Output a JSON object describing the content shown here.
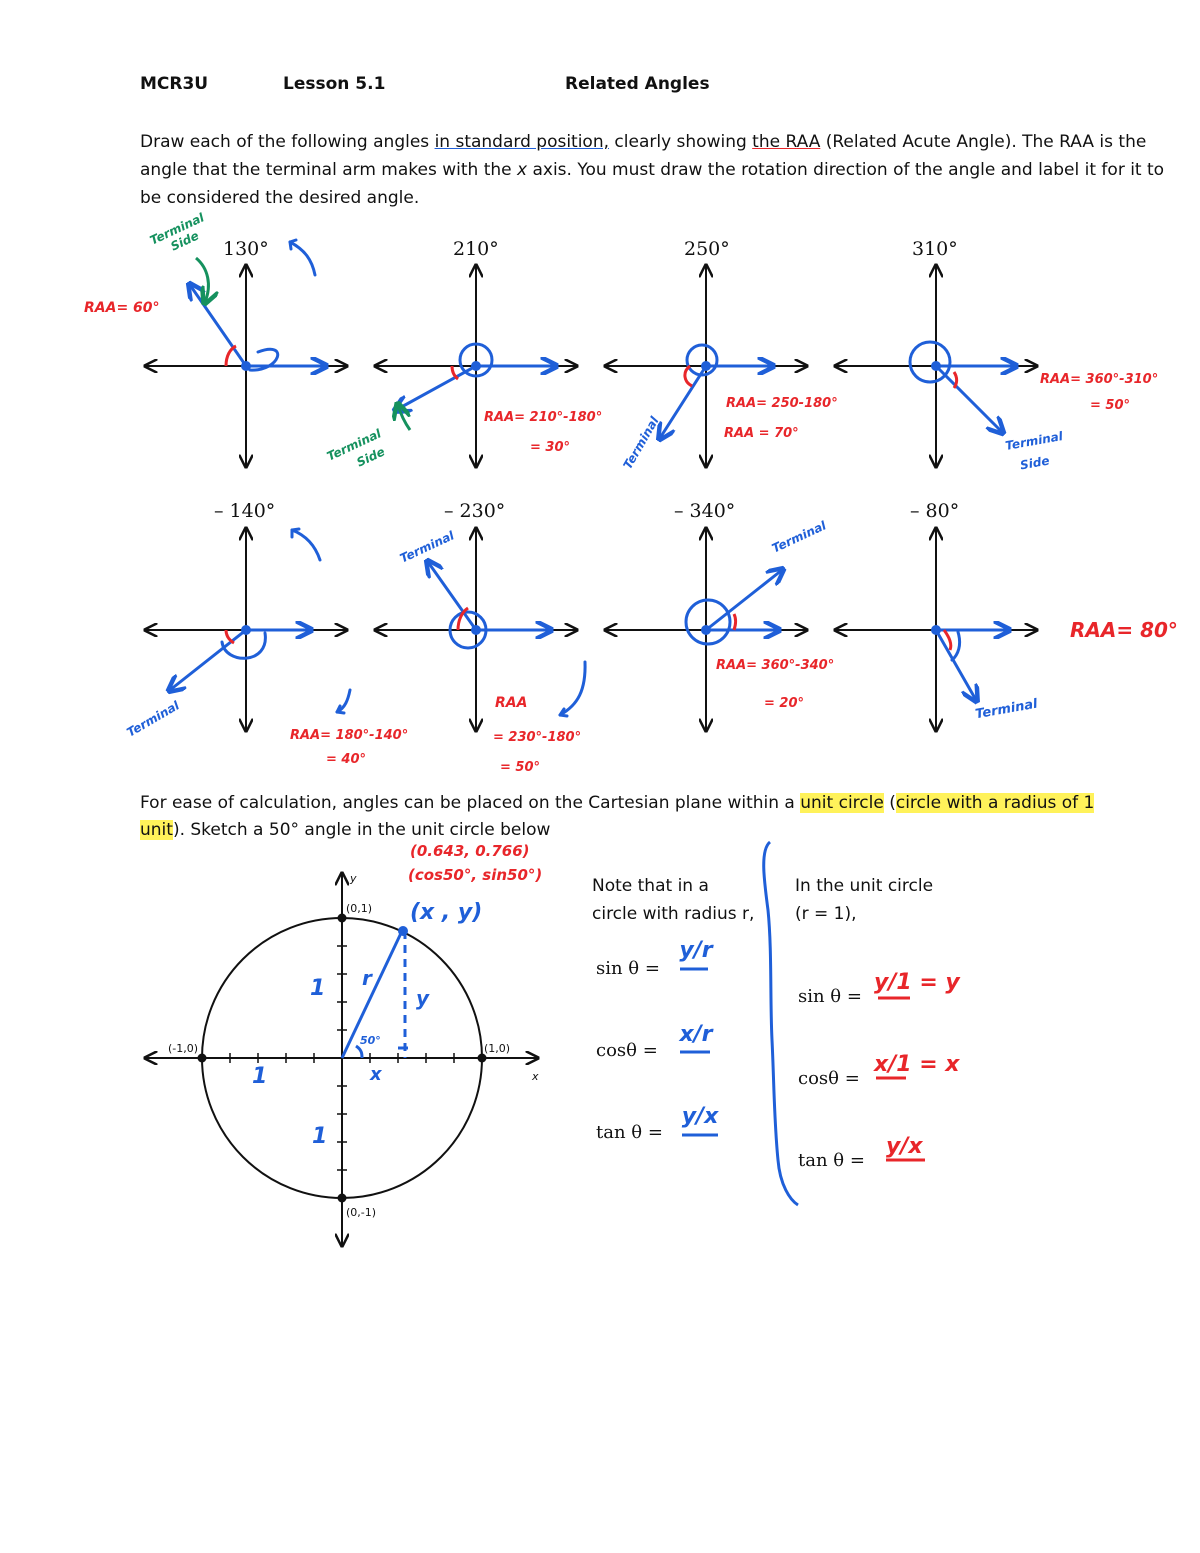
{
  "header": {
    "course": "MCR3U",
    "lesson": "Lesson 5.1",
    "title": "Related Angles"
  },
  "intro": {
    "p1": "Draw each of the following angles ",
    "p1_underlined": "in standard position,",
    "p2": " clearly showing ",
    "p2_underlined": "the RAA",
    "p3": " (Related Acute Angle).  The RAA is the angle that the terminal arm makes with the ",
    "x_italic": "x",
    "p4": " axis. You must draw the rotation direction of the angle and label it for it to be considered the desired angle."
  },
  "angles_row1": [
    "130°",
    "210°",
    "250°",
    "310°"
  ],
  "angles_row2": [
    "– 140°",
    "– 230°",
    "– 340°",
    "– 80°"
  ],
  "handwritten": {
    "raa_130": "RAA= 60°",
    "raa_210": "RAA= 210°-180°",
    "raa_210b": "= 30°",
    "raa_250": "RAA= 250-180°",
    "raa_250b": "RAA = 70°",
    "raa_310": "RAA= 360°-310°",
    "raa_310b": "= 50°",
    "raa_n140": "RAA= 180°-140°",
    "raa_n140b": "= 40°",
    "raa_n230a": "RAA",
    "raa_n230b": "= 230°-180°",
    "raa_n230c": "= 50°",
    "raa_n340": "RAA= 360°-340°",
    "raa_n340b": "= 20°",
    "raa_n80": "RAA= 80°",
    "terminal": "Terminal",
    "side": "Side",
    "coord_num": "(0.643, 0.766)",
    "coord_trig": "(cos50°, sin50°)",
    "xy": "(x , y)"
  },
  "unit_circle": {
    "text1": "For ease of calculation, angles can be placed on the Cartesian plane within a ",
    "hl1": "unit circle",
    "text2": " (",
    "hl2": "circle with a radius of 1 unit",
    "text3": ").   Sketch a  50°  angle in the unit circle below",
    "labels": {
      "top": "(0,1)",
      "bottom": "(0,-1)",
      "left": "(-1,0)",
      "right": "(1,0)",
      "y": "y",
      "x": "x"
    },
    "hand": {
      "r": "r",
      "y": "y",
      "x": "x",
      "one_a": "1",
      "one_b": "1",
      "one_c": "1",
      "angle": "50°"
    }
  },
  "note": {
    "left1": "Note that in a",
    "left2": "circle with radius r,",
    "right1": "In the unit circle",
    "right2": "(r = 1),"
  },
  "trig": {
    "sin": "sin θ =",
    "cos": "cosθ =",
    "tan": "tan θ =",
    "sin_r": "y/r",
    "cos_r": "x/r",
    "tan_r": "y/x",
    "sin_1": "y/1 = y",
    "cos_1": "x/1 = x",
    "tan_1": "y/x"
  },
  "colors": {
    "blue": "#1f5fd8",
    "red": "#e8262a",
    "green": "#15915e",
    "orange": "#f07a1a"
  }
}
